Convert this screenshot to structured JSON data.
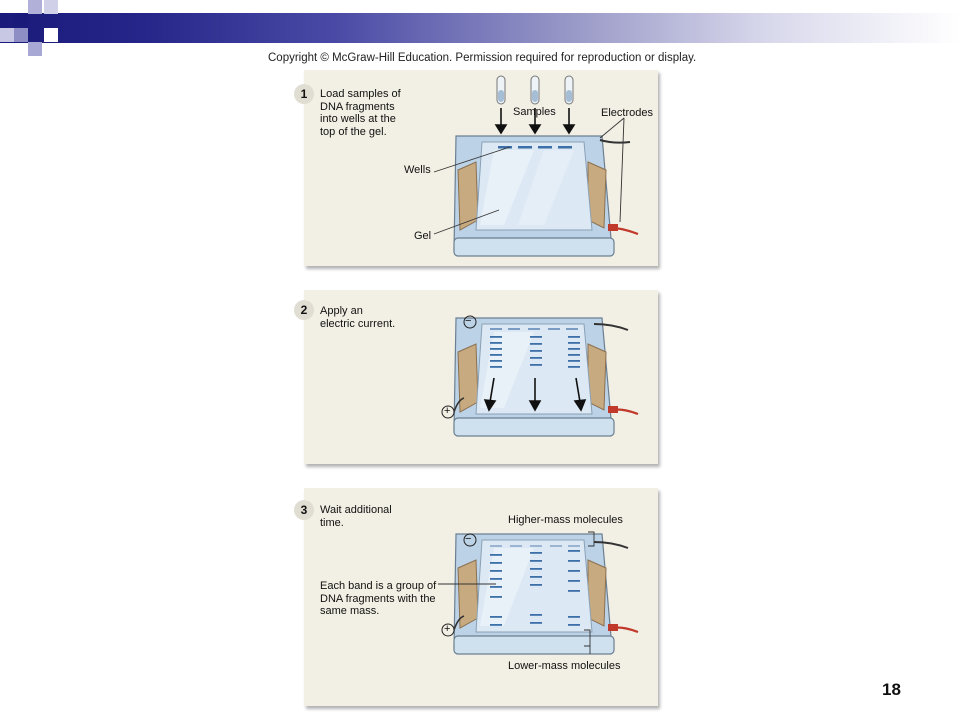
{
  "slide": {
    "copyright": "Copyright © McGraw-Hill Education. Permission required for reproduction or display.",
    "page_number": "18"
  },
  "header": {
    "colors": {
      "dark_blue": "#1a1a7a",
      "light_blue": "#9a9ac8",
      "pale": "#d8d8ec"
    }
  },
  "panel1": {
    "step_number": "1",
    "step_lines": [
      "Load samples of",
      "DNA fragments",
      "into wells at the",
      "top of the gel."
    ],
    "labels": {
      "samples": "Samples",
      "electrodes": "Electrodes",
      "wells": "Wells",
      "gel": "Gel"
    }
  },
  "panel2": {
    "step_number": "2",
    "step_lines": [
      "Apply an",
      "electric current."
    ],
    "symbols": {
      "negative": "−",
      "positive": "+"
    }
  },
  "panel3": {
    "step_number": "3",
    "step_lines": [
      "Wait additional",
      "time."
    ],
    "labels": {
      "higher_mass": "Higher-mass molecules",
      "lower_mass": "Lower-mass molecules",
      "band_desc_lines": [
        "Each band is a group of",
        "DNA fragments with the",
        "same mass."
      ]
    },
    "symbols": {
      "negative": "−",
      "positive": "+"
    }
  }
}
